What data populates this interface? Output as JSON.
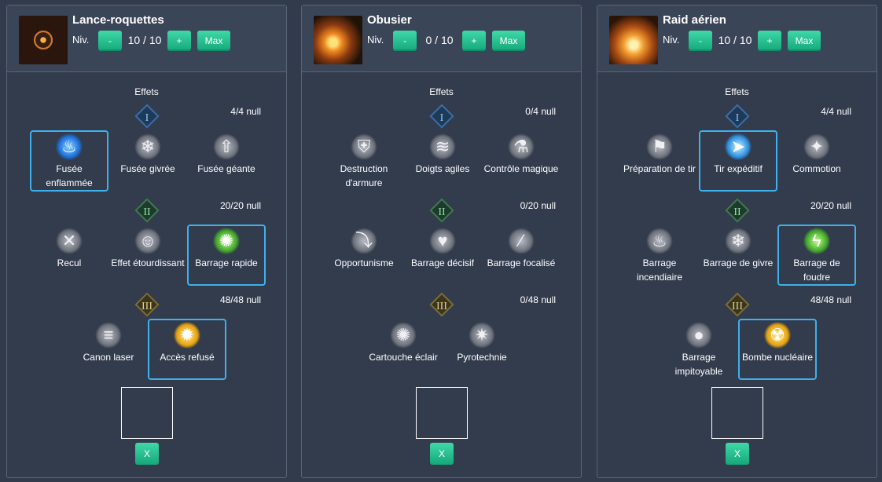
{
  "ui": {
    "niv_label": "Niv.",
    "minus_label": "-",
    "plus_label": "+",
    "max_label": "Max",
    "effets_label": "Effets",
    "x_label": "X"
  },
  "panels": [
    {
      "title": "Lance-roquettes",
      "level": "10 / 10",
      "icon": "crosshair-rocket-icon",
      "tiers": [
        {
          "numeral": "I",
          "count": "4/4 null",
          "skills": [
            {
              "label": "Fusée enflammée",
              "icon": "blue-flame-icon",
              "selected": true
            },
            {
              "label": "Fusée givrée",
              "icon": "snowflake-icon",
              "selected": false
            },
            {
              "label": "Fusée géante",
              "icon": "giant-rocket-icon",
              "selected": false
            }
          ]
        },
        {
          "numeral": "II",
          "count": "20/20 null",
          "skills": [
            {
              "label": "Recul",
              "icon": "crossed-arrows-icon",
              "selected": false
            },
            {
              "label": "Effet étourdissant",
              "icon": "stunned-person-icon",
              "selected": false
            },
            {
              "label": "Barrage rapide",
              "icon": "green-barrage-icon",
              "selected": true
            }
          ]
        },
        {
          "numeral": "III",
          "count": "48/48 null",
          "skills": [
            {
              "label": "Canon laser",
              "icon": "laser-beam-icon",
              "selected": false
            },
            {
              "label": "Accès refusé",
              "icon": "golden-burst-icon",
              "selected": true
            }
          ]
        }
      ]
    },
    {
      "title": "Obusier",
      "level": "0 / 10",
      "icon": "howitzer-explosion-icon",
      "tiers": [
        {
          "numeral": "I",
          "count": "0/4 null",
          "skills": [
            {
              "label": "Destruction d'armure",
              "icon": "armor-break-icon",
              "selected": false
            },
            {
              "label": "Doigts agiles",
              "icon": "speed-lines-icon",
              "selected": false
            },
            {
              "label": "Contrôle magique",
              "icon": "potion-flask-icon",
              "selected": false
            }
          ]
        },
        {
          "numeral": "II",
          "count": "0/20 null",
          "skills": [
            {
              "label": "Opportunisme",
              "icon": "falling-figure-icon",
              "selected": false
            },
            {
              "label": "Barrage décisif",
              "icon": "heart-bar-icon",
              "selected": false
            },
            {
              "label": "Barrage focalisé",
              "icon": "focused-streaks-icon",
              "selected": false
            }
          ]
        },
        {
          "numeral": "III",
          "count": "0/48 null",
          "skills": [
            {
              "label": "Cartouche éclair",
              "icon": "flash-burst-icon",
              "selected": false
            },
            {
              "label": "Pyrotechnie",
              "icon": "sparkle-burst-icon",
              "selected": false
            }
          ]
        }
      ]
    },
    {
      "title": "Raid aérien",
      "level": "10 / 10",
      "icon": "air-raid-fire-icon",
      "tiers": [
        {
          "numeral": "I",
          "count": "4/4 null",
          "skills": [
            {
              "label": "Préparation de tir",
              "icon": "aiming-soldier-icon",
              "selected": false
            },
            {
              "label": "Tir expéditif",
              "icon": "blue-streak-icon",
              "selected": true
            },
            {
              "label": "Commotion",
              "icon": "concussion-icon",
              "selected": false
            }
          ]
        },
        {
          "numeral": "II",
          "count": "20/20 null",
          "skills": [
            {
              "label": "Barrage incendiaire",
              "icon": "fire-icon",
              "selected": false
            },
            {
              "label": "Barrage de givre",
              "icon": "snowflake-icon",
              "selected": false
            },
            {
              "label": "Barrage de foudre",
              "icon": "green-lightning-icon",
              "selected": true
            }
          ]
        },
        {
          "numeral": "III",
          "count": "48/48 null",
          "skills": [
            {
              "label": "Barrage impitoyable",
              "icon": "bomb-cluster-icon",
              "selected": false
            },
            {
              "label": "Bombe nucléaire",
              "icon": "nuclear-burst-icon",
              "selected": true
            }
          ]
        }
      ]
    }
  ]
}
